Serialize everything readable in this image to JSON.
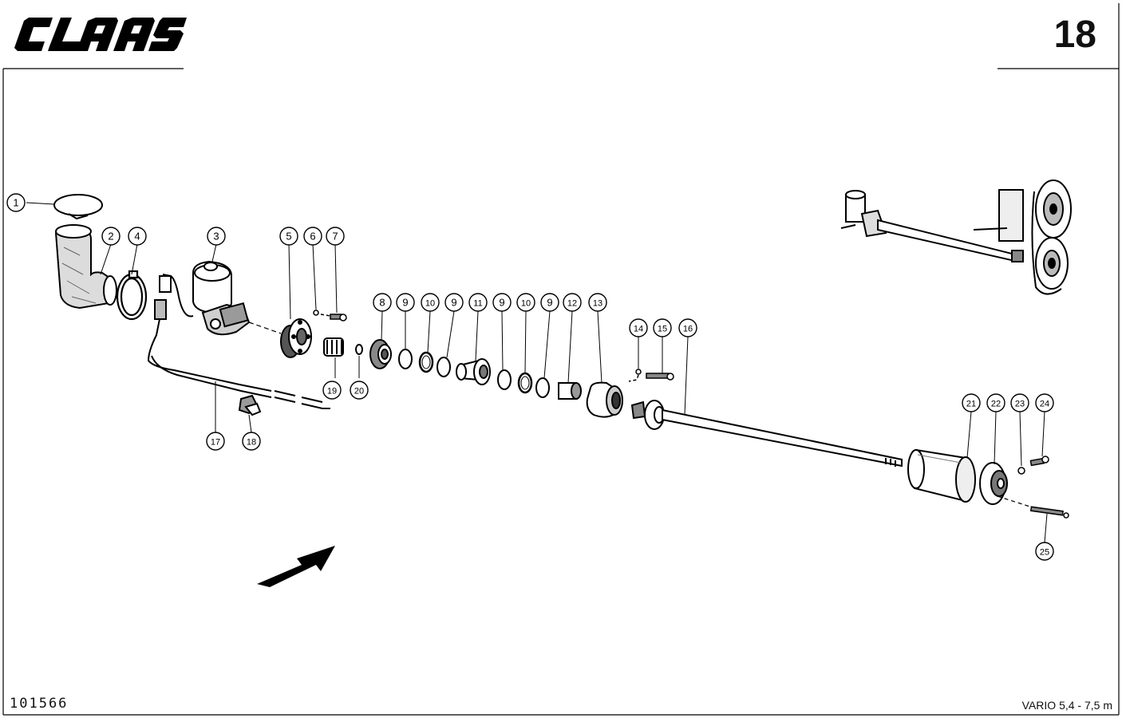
{
  "header": {
    "brand": "CLAAS",
    "page_number": "18"
  },
  "footer": {
    "drawing_number": "101566",
    "model": "VARIO 5,4 - 7,5 m"
  },
  "callouts": [
    {
      "id": "c1",
      "label": "1"
    },
    {
      "id": "c2",
      "label": "2"
    },
    {
      "id": "c4",
      "label": "4"
    },
    {
      "id": "c3",
      "label": "3"
    },
    {
      "id": "c5",
      "label": "5"
    },
    {
      "id": "c6",
      "label": "6"
    },
    {
      "id": "c7",
      "label": "7"
    },
    {
      "id": "c8",
      "label": "8"
    },
    {
      "id": "c9a",
      "label": "9"
    },
    {
      "id": "c10a",
      "label": "10"
    },
    {
      "id": "c9b",
      "label": "9"
    },
    {
      "id": "c11",
      "label": "11"
    },
    {
      "id": "c9c",
      "label": "9"
    },
    {
      "id": "c10b",
      "label": "10"
    },
    {
      "id": "c9d",
      "label": "9"
    },
    {
      "id": "c12",
      "label": "12"
    },
    {
      "id": "c13",
      "label": "13"
    },
    {
      "id": "c14",
      "label": "14"
    },
    {
      "id": "c15",
      "label": "15"
    },
    {
      "id": "c16",
      "label": "16"
    },
    {
      "id": "c17",
      "label": "17"
    },
    {
      "id": "c18",
      "label": "18"
    },
    {
      "id": "c19",
      "label": "19"
    },
    {
      "id": "c20",
      "label": "20"
    },
    {
      "id": "c21",
      "label": "21"
    },
    {
      "id": "c22",
      "label": "22"
    },
    {
      "id": "c23",
      "label": "23"
    },
    {
      "id": "c24",
      "label": "24"
    },
    {
      "id": "c25",
      "label": "25"
    }
  ]
}
